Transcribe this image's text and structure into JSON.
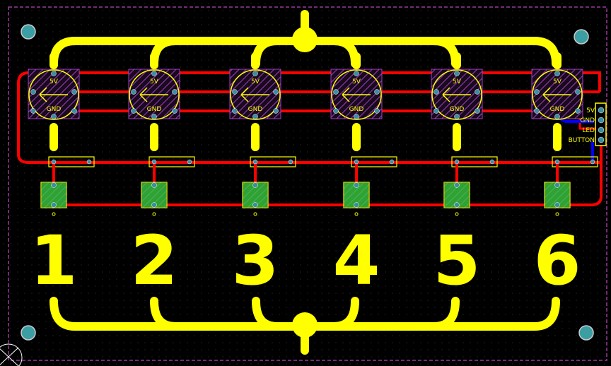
{
  "board": {
    "colors": {
      "background": "#000000",
      "silkscreen": "#ffff00",
      "top_copper": "#ff0000",
      "bottom_copper": "#0000ff",
      "keepout": "#9b3a9b",
      "pad": "#3a8ea3",
      "hatch": "#a040c0",
      "switch_fill": "#35d43a"
    },
    "leds": [
      {
        "label_5v": "5V",
        "label_gnd": "GND"
      },
      {
        "label_5v": "5V",
        "label_gnd": "GND"
      },
      {
        "label_5v": "5V",
        "label_gnd": "GND"
      },
      {
        "label_5v": "5V",
        "label_gnd": "GND"
      },
      {
        "label_5v": "5V",
        "label_gnd": "GND"
      },
      {
        "label_5v": "5V",
        "label_gnd": "GND"
      }
    ],
    "channels": [
      "1",
      "2",
      "3",
      "4",
      "5",
      "6"
    ],
    "connector": {
      "pins": [
        "5V",
        "GND",
        "LED",
        "BUTTON"
      ]
    }
  }
}
